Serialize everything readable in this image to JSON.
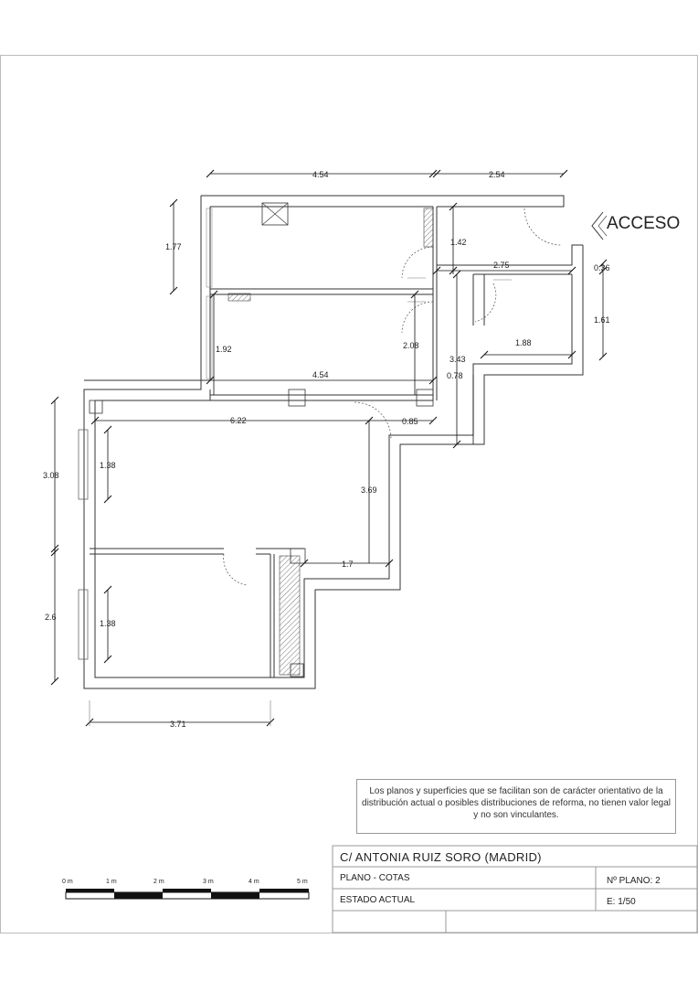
{
  "plan": {
    "access_label": "ACCESO",
    "dimensions": {
      "top_left": "4.54",
      "top_right": "2.54",
      "room1_height": "1.77",
      "access_depth": "1.42",
      "access_width": "2.75",
      "access_jamb": "0.36",
      "bath_height": "1.61",
      "bath_width": "1.88",
      "room2_height": "1.92",
      "room2_right_height": "2.08",
      "room2_width": "4.54",
      "corridor_height": "3.43",
      "corridor_gap": "0.78",
      "living_width": "6.22",
      "door_gap": "0.85",
      "left_upper_height": "3.08",
      "window_upper": "1.38",
      "living_right_height": "3.69",
      "closet_width": "1.7",
      "left_lower_height": "2.6",
      "window_lower": "1.38",
      "bottom_width": "3.71"
    }
  },
  "scale_bar": {
    "labels": [
      "0 m",
      "1 m",
      "2 m",
      "3 m",
      "4 m",
      "5 m"
    ]
  },
  "note": "Los planos y superficies que se facilitan son de carácter orientativo de la distribución actual o posibles distribuciones de reforma, no tienen valor legal y no son vinculantes.",
  "title_block": {
    "address": "C/  ANTONIA RUIZ SORO   (MADRID)",
    "plan_type": "PLANO   -  COTAS",
    "plan_number_label": "Nº PLANO:  2",
    "state": "ESTADO  ACTUAL",
    "scale": "E: 1/50"
  }
}
